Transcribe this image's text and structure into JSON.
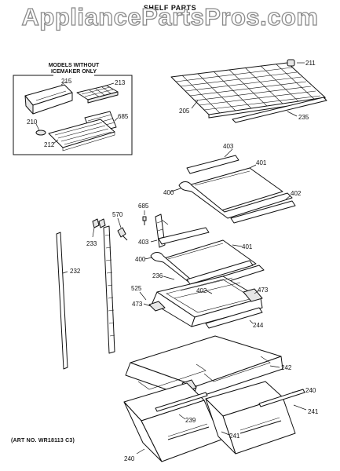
{
  "watermark": "AppliancePartsPros.com",
  "title": "SHELF PARTS",
  "inset": {
    "title_line1": "MODELS WITHOUT",
    "title_line2": "ICEMAKER ONLY"
  },
  "art_number": "(ART NO. WR18113 C3)",
  "labels": {
    "p211": "211",
    "p205": "205",
    "p235": "235",
    "p215": "215",
    "p213": "213",
    "p685a": "685",
    "p210": "210",
    "p212": "212",
    "p403a": "403",
    "p401a": "401",
    "p400a": "400",
    "p402a": "402",
    "p685b": "685",
    "p570": "570",
    "p233": "233",
    "p403b": "403",
    "p401b": "401",
    "p400b": "400",
    "p236": "236",
    "p402b": "402",
    "p525": "525",
    "p473a": "473",
    "p473b": "473",
    "p244": "244",
    "p232": "232",
    "p242": "242",
    "p240a": "240",
    "p241a": "241",
    "p239": "239",
    "p241b": "241",
    "p240b": "240"
  }
}
